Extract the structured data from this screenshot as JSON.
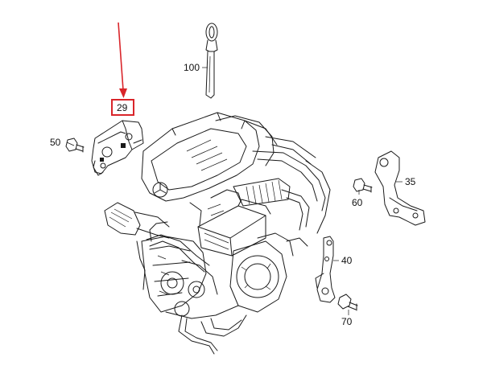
{
  "diagram": {
    "callouts": [
      {
        "id": "part-100",
        "label": "100"
      },
      {
        "id": "part-29",
        "label": "29",
        "highlighted": true
      },
      {
        "id": "part-50",
        "label": "50"
      },
      {
        "id": "part-35",
        "label": "35"
      },
      {
        "id": "part-60",
        "label": "60"
      },
      {
        "id": "part-40",
        "label": "40"
      },
      {
        "id": "part-70",
        "label": "70"
      }
    ],
    "colors": {
      "line_art": "#1a1a1a",
      "highlight": "#d9252a",
      "background": "#ffffff"
    }
  }
}
